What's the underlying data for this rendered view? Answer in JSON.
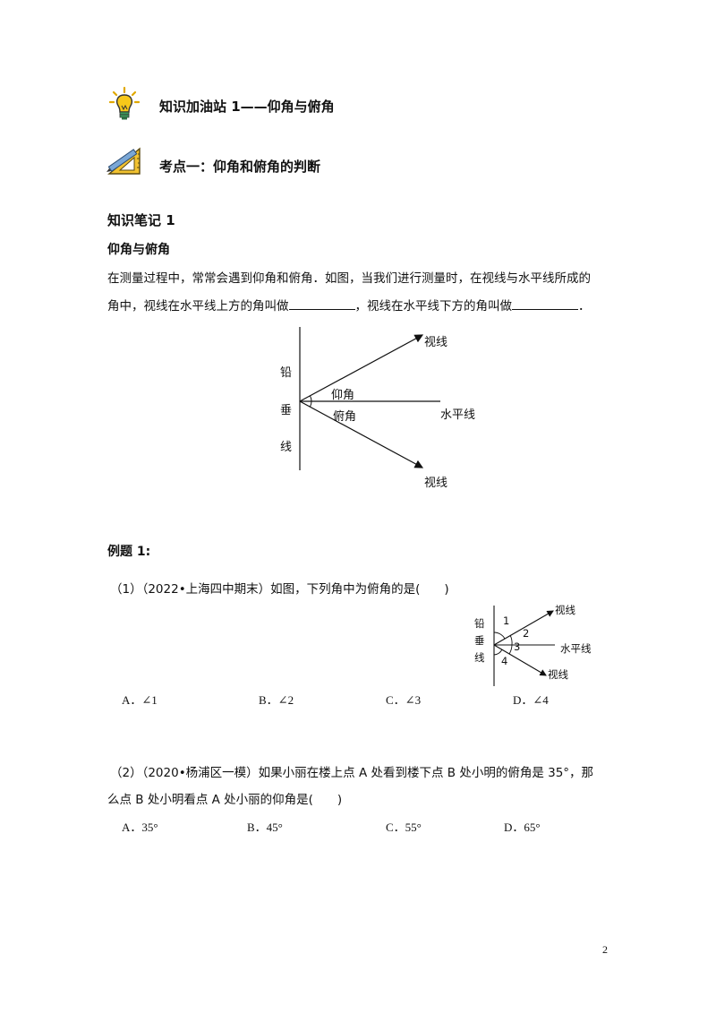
{
  "section_title": "知识加油站 1——仰角与俯角",
  "topic_title": "考点一：仰角和俯角的判断",
  "note_title": "知识笔记 1",
  "subheading": "仰角与俯角",
  "paragraph_line1": "在测量过程中，常常会遇到仰角和俯角．如图，当我们进行测量时，在视线与水平线所成的",
  "paragraph_line2_a": "角中，视线在水平线上方的角叫做",
  "paragraph_line2_b": "，视线在水平线下方的角叫做",
  "paragraph_line2_c": "．",
  "diagram1": {
    "sight_upper": "视线",
    "sight_lower": "视线",
    "horizontal": "水平线",
    "vertical_chars": [
      "铅",
      "垂",
      "线"
    ],
    "elevation": "仰角",
    "depression": "俯角"
  },
  "example_title": "例题 1:",
  "q1": {
    "stem": "（1）（2022•上海四中期末）如图，下列角中为俯角的是(　　)",
    "options": [
      "A．∠1",
      "B．∠2",
      "C．∠3",
      "D．∠4"
    ]
  },
  "diagram2": {
    "vertical_chars": [
      "铅",
      "垂",
      "线"
    ],
    "sight_upper": "视线",
    "sight_lower": "视线",
    "horizontal": "水平线",
    "angles": [
      "1",
      "2",
      "3",
      "4"
    ]
  },
  "q2": {
    "stem_line1": "（2）（2020•杨浦区一模）如果小丽在楼上点 A 处看到楼下点 B 处小明的俯角是 35°，那",
    "stem_line2": "么点 B 处小明看点 A 处小丽的仰角是(　　)",
    "options": [
      "A．35°",
      "B．45°",
      "C．55°",
      "D．65°"
    ]
  },
  "page_number": "2"
}
